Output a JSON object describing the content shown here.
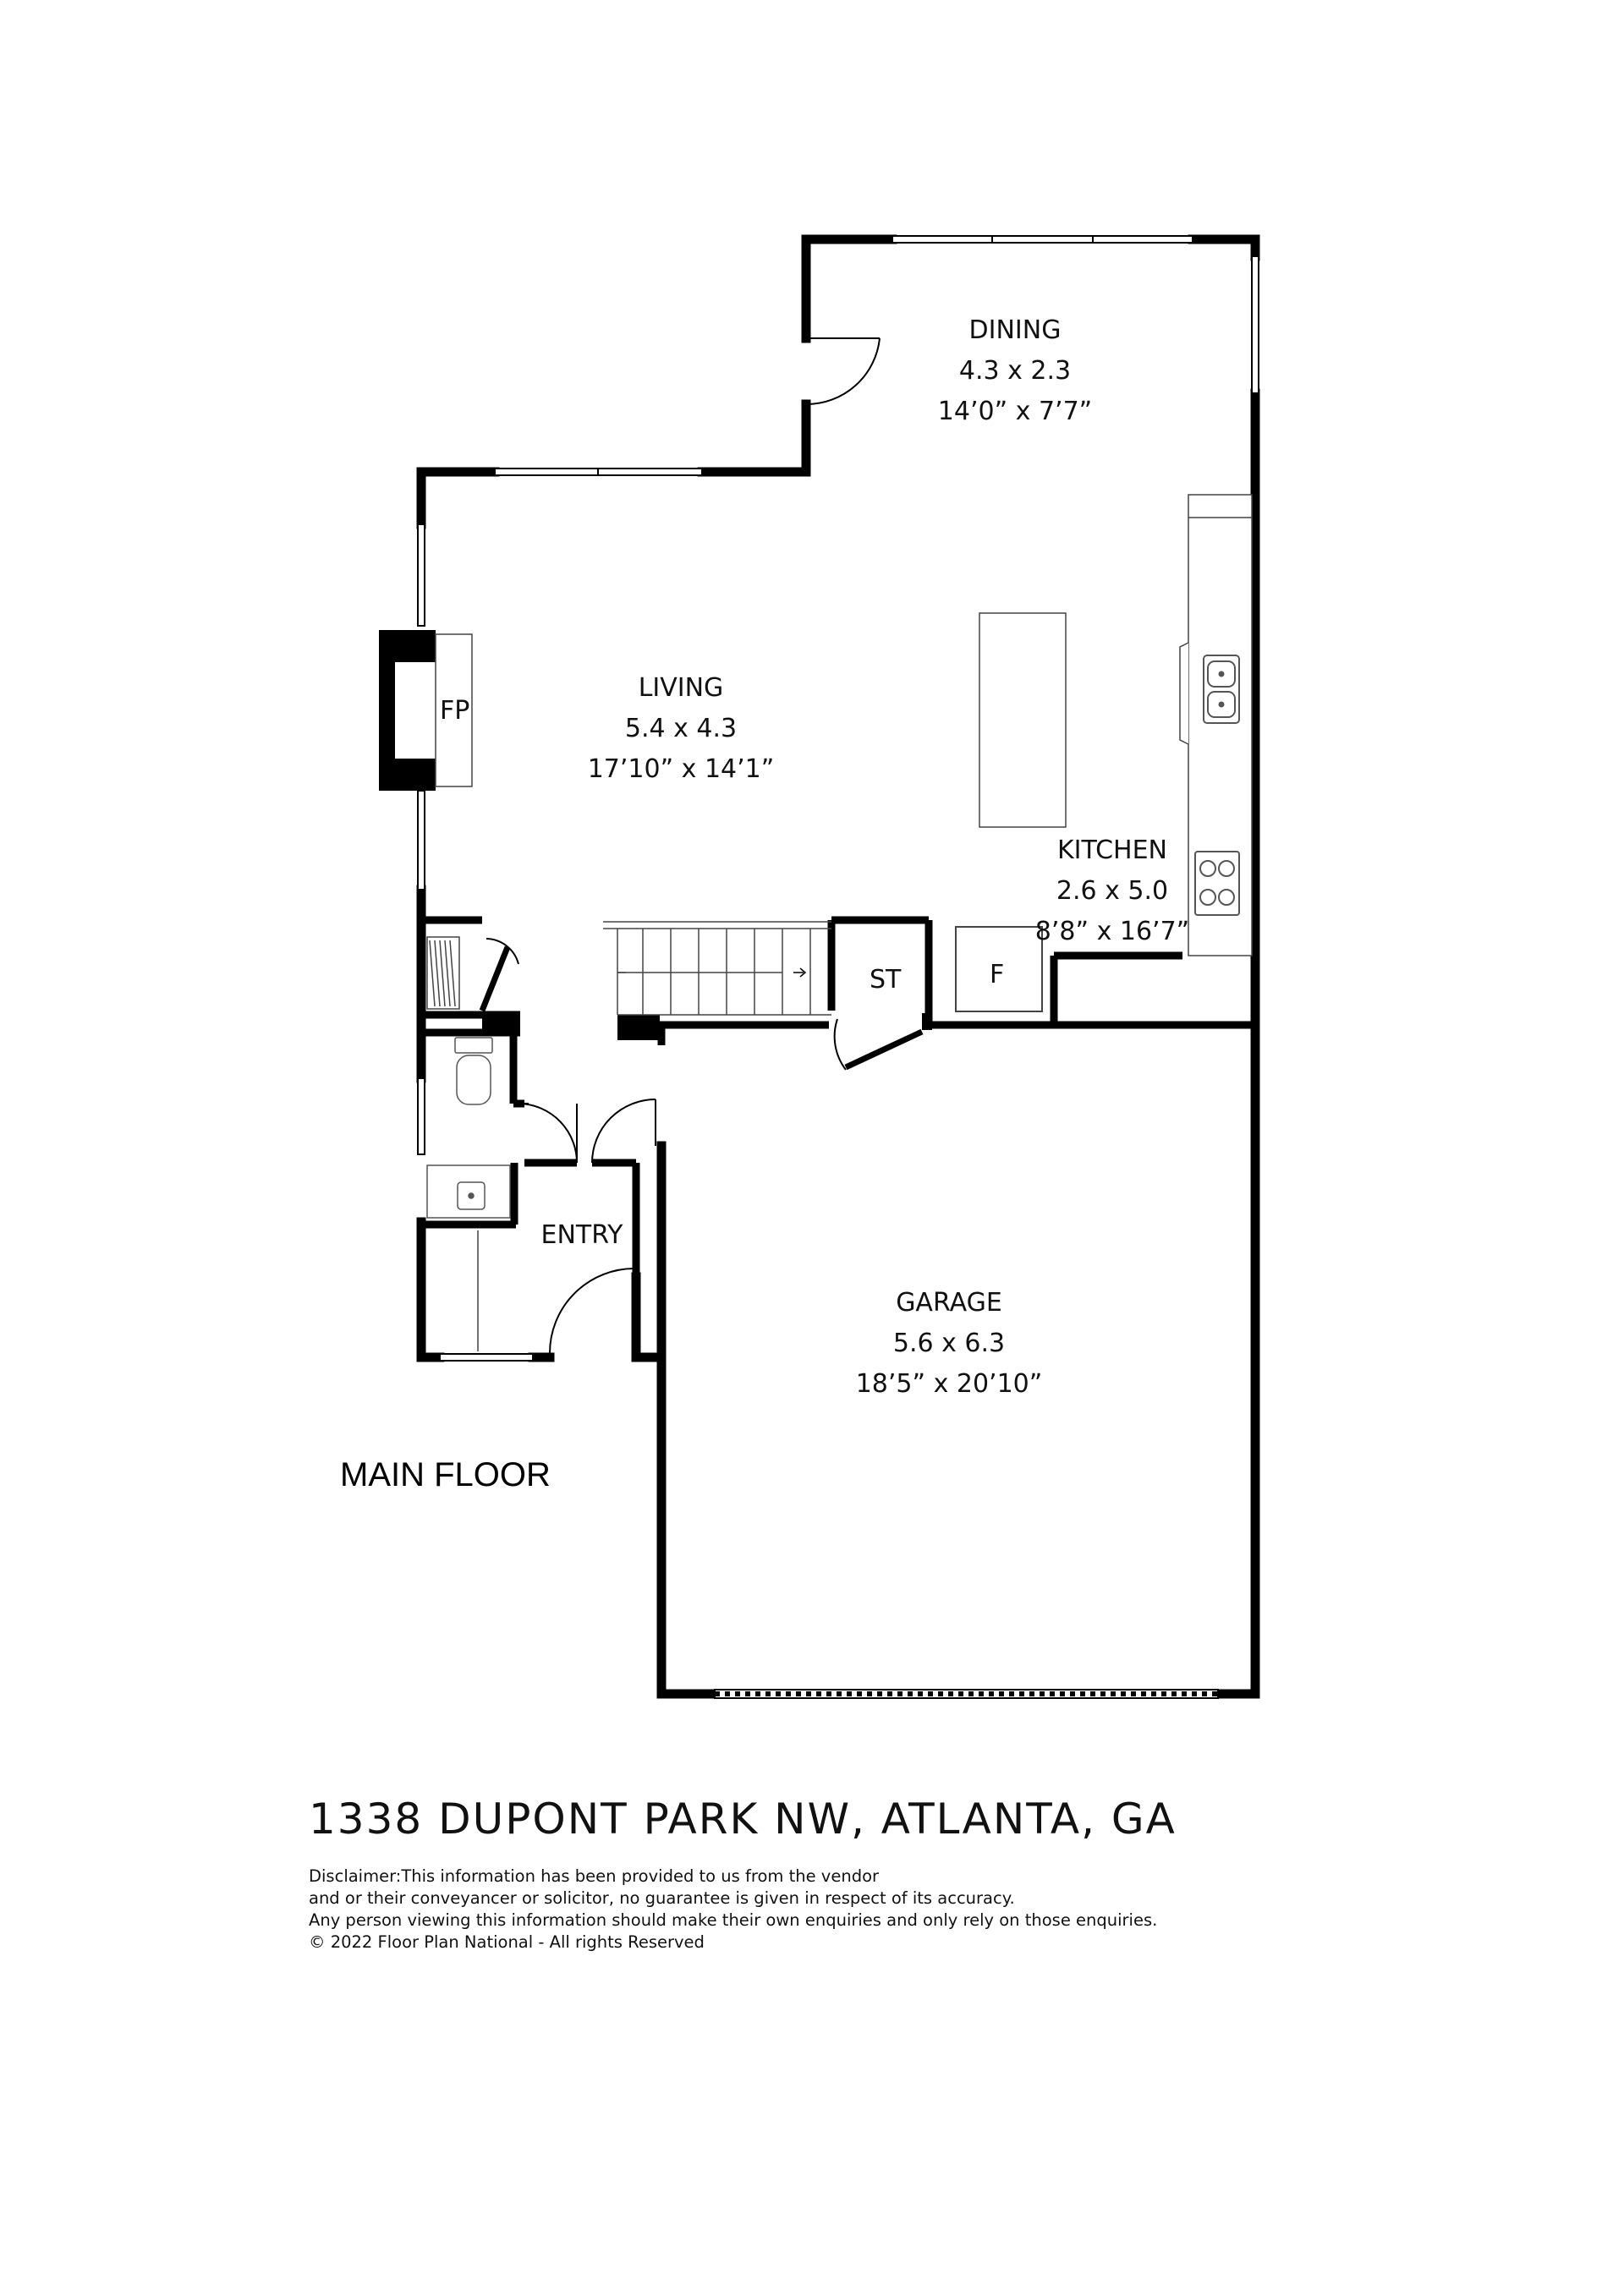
{
  "floor_label": "MAIN FLOOR",
  "rooms": {
    "dining": {
      "name": "DINING",
      "metric": "4.3 x 2.3",
      "imperial": "14’0” x 7’7”"
    },
    "living": {
      "name": "LIVING",
      "metric": "5.4 x 4.3",
      "imperial": "17’10” x 14’1”"
    },
    "kitchen": {
      "name": "KITCHEN",
      "metric": "2.6 x 5.0",
      "imperial": "8’8” x 16’7”"
    },
    "garage": {
      "name": "GARAGE",
      "metric": "5.6 x 6.3",
      "imperial": "18’5” x 20’10”"
    },
    "entry": {
      "name": "ENTRY"
    }
  },
  "fixtures": {
    "fireplace": "FP",
    "storage": "ST",
    "fridge": "F"
  },
  "address": "1338 DUPONT PARK NW, ATLANTA, GA",
  "disclaimer": [
    "Disclaimer:This information has been provided to us from the vendor",
    "and or their conveyancer or solicitor, no guarantee is given in respect of its accuracy.",
    "Any person viewing this information should make their own enquiries and only rely on those enquiries.",
    "© 2022 Floor Plan National - All rights Reserved"
  ]
}
